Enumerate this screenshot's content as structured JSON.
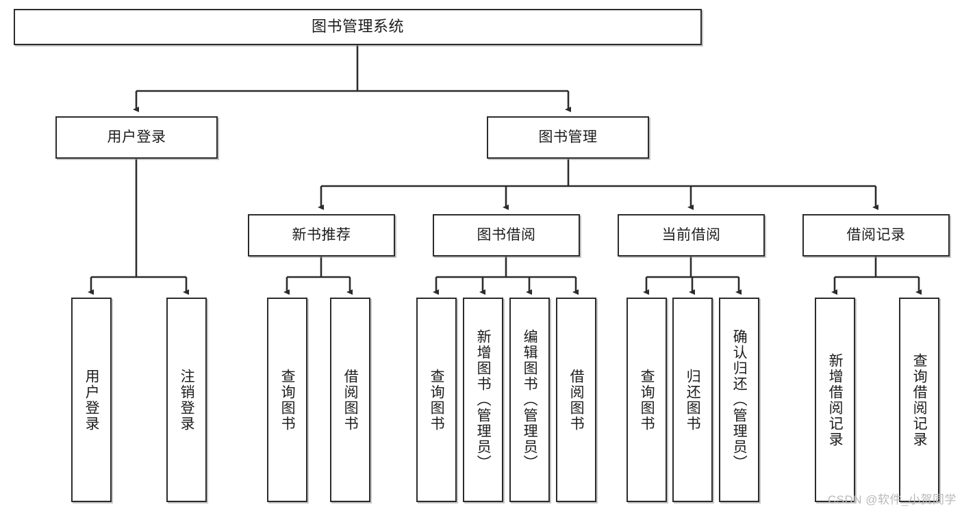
{
  "diagram": {
    "type": "tree-hierarchy-chart",
    "title": "图书管理系统",
    "watermark": "CSDN @软件_小贺同学",
    "colors": {
      "stroke": "#2b2b2b",
      "fill": "#ffffff",
      "text": "#1c1c1c",
      "watermark": "#b9b9b9"
    },
    "nodes": {
      "root": {
        "label": "图书管理系统"
      },
      "level2": [
        {
          "id": "user-login",
          "label": "用户登录"
        },
        {
          "id": "book-management",
          "label": "图书管理"
        }
      ],
      "level3": [
        {
          "id": "new-book-recommend",
          "label": "新书推荐"
        },
        {
          "id": "book-borrow",
          "label": "图书借阅"
        },
        {
          "id": "current-borrow",
          "label": "当前借阅"
        },
        {
          "id": "borrow-record",
          "label": "借阅记录"
        }
      ],
      "leaves_user_login": [
        {
          "id": "leaf-user-login",
          "label": "用户登录"
        },
        {
          "id": "leaf-logout-login",
          "label": "注销登录"
        }
      ],
      "leaves_new_book_recommend": [
        {
          "id": "leaf-query-book-1",
          "label": "查询图书"
        },
        {
          "id": "leaf-borrow-book-1",
          "label": "借阅图书"
        }
      ],
      "leaves_book_borrow": [
        {
          "id": "leaf-query-book-2",
          "label": "查询图书"
        },
        {
          "id": "leaf-add-book-admin",
          "label": "新增图书（管理员）"
        },
        {
          "id": "leaf-edit-book-admin",
          "label": "编辑图书（管理员）"
        },
        {
          "id": "leaf-borrow-book-2",
          "label": "借阅图书"
        }
      ],
      "leaves_current_borrow": [
        {
          "id": "leaf-query-book-3",
          "label": "查询图书"
        },
        {
          "id": "leaf-return-book",
          "label": "归还图书"
        },
        {
          "id": "leaf-confirm-return-admin",
          "label": "确认归还（管理员）"
        }
      ],
      "leaves_borrow_record": [
        {
          "id": "leaf-add-borrow-record",
          "label": "新增借阅记录"
        },
        {
          "id": "leaf-query-borrow-record",
          "label": "查询借阅记录"
        }
      ]
    }
  }
}
